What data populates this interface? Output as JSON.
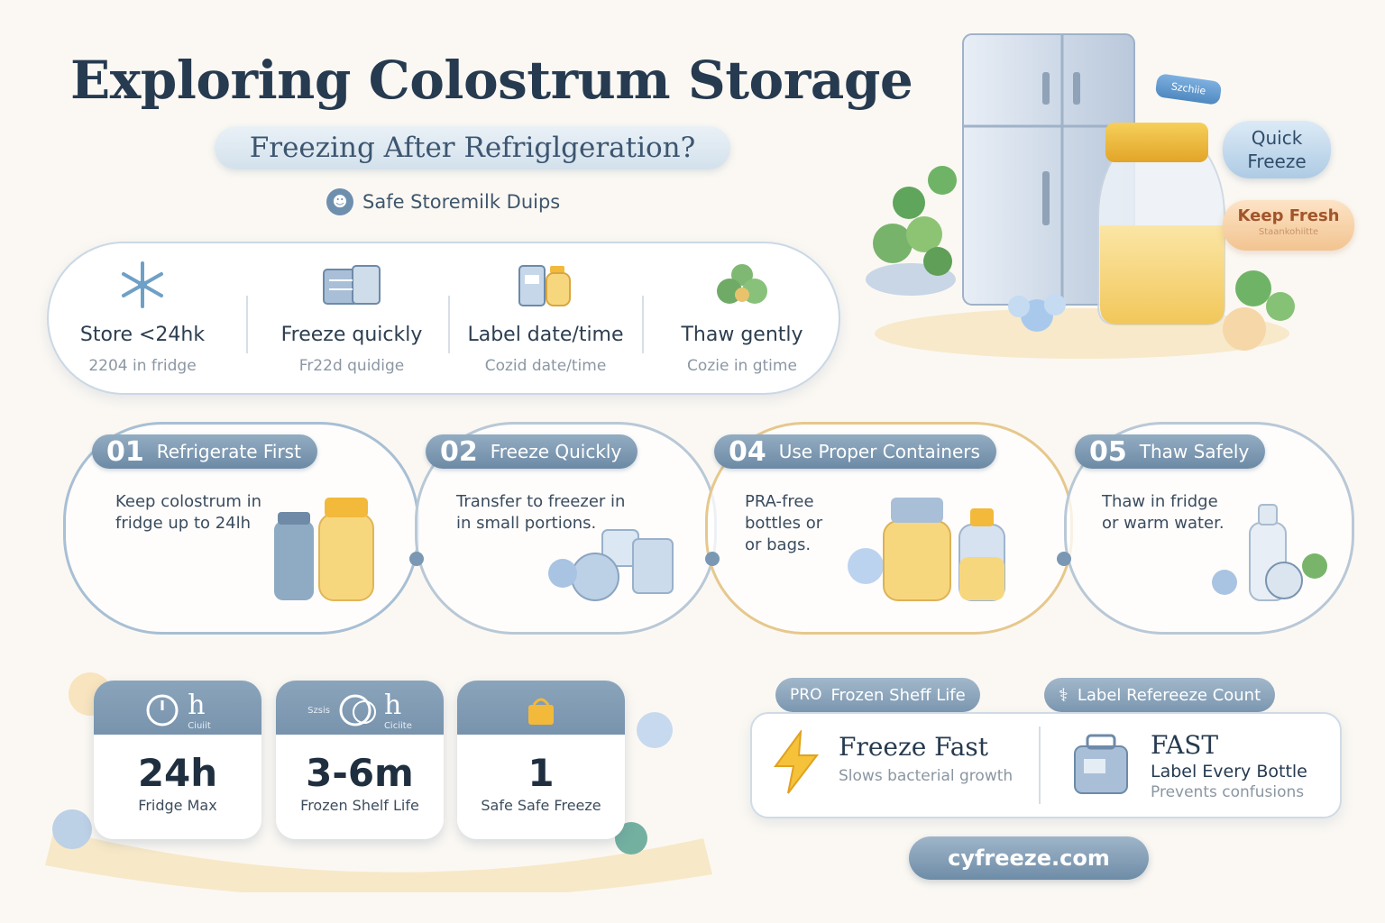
{
  "header": {
    "title": "Exploring Colostrum Storage",
    "subtitle": "Freezing After Refriglgeration?",
    "tips_line": "Safe Storemilk Duips"
  },
  "tips": [
    {
      "icon": "snowflake-icon",
      "heading": "Store <24hk",
      "sub": "2204 in fridge"
    },
    {
      "icon": "freezer-icon",
      "heading": "Freeze quickly",
      "sub": "Fr22d quidige"
    },
    {
      "icon": "label-bottle-icon",
      "heading": "Label date/time",
      "sub": "Cozid date/time"
    },
    {
      "icon": "leaf-icon",
      "heading": "Thaw gently",
      "sub": "Cozie in gtime"
    }
  ],
  "steps": [
    {
      "num": "01",
      "label": "Refrigerate First",
      "text": [
        "Keep colostrum in",
        "fridge up to 24lh"
      ]
    },
    {
      "num": "02",
      "label": "Freeze Quickly",
      "text": [
        "Transfer to freezer in",
        "in small portions."
      ]
    },
    {
      "num": "04",
      "label": "Use Proper Containers",
      "text": [
        "PRA-free",
        "bottles or",
        "or bags."
      ]
    },
    {
      "num": "05",
      "label": "Thaw Safely",
      "text": [
        "Thaw in fridge",
        "or warm water."
      ]
    }
  ],
  "stats": [
    {
      "icon": "clock-icon",
      "head": "h",
      "head_sub": "Ciuiit",
      "value": "24h",
      "label": "Fridge Max"
    },
    {
      "icon": "calendar-clock-icon",
      "head": "h",
      "head_sub": "Ciciite",
      "head_left": "Szsis",
      "value": "3-6m",
      "label": "Frozen Shelf Life"
    },
    {
      "icon": "basket-icon",
      "value": "1",
      "label": "Safe Safe Freeze"
    }
  ],
  "pills": [
    {
      "pro": "PRO",
      "label": "Frozen Sheff Life"
    },
    {
      "icon": "dna-icon",
      "label": "Label Refereeze Count"
    }
  ],
  "info": [
    {
      "icon": "lightning-icon",
      "title": "Freeze Fast",
      "sub": "Slows bacterial growth"
    },
    {
      "icon": "bag-icon",
      "title": "FAST",
      "sub_bold": "Label Every Bottle",
      "sub": "Prevents confusions"
    }
  ],
  "url": "cyfreeze.com",
  "badges": {
    "quick": [
      "Quick",
      "Freeze"
    ],
    "fresh": "Keep Fresh",
    "fresh_sub": "Staankohiitte",
    "fridge_tag": "Szchiie"
  },
  "colors": {
    "accent": "#7893ac",
    "title": "#263a50",
    "milk": "#f7d77e",
    "cap": "#f2b93b"
  }
}
